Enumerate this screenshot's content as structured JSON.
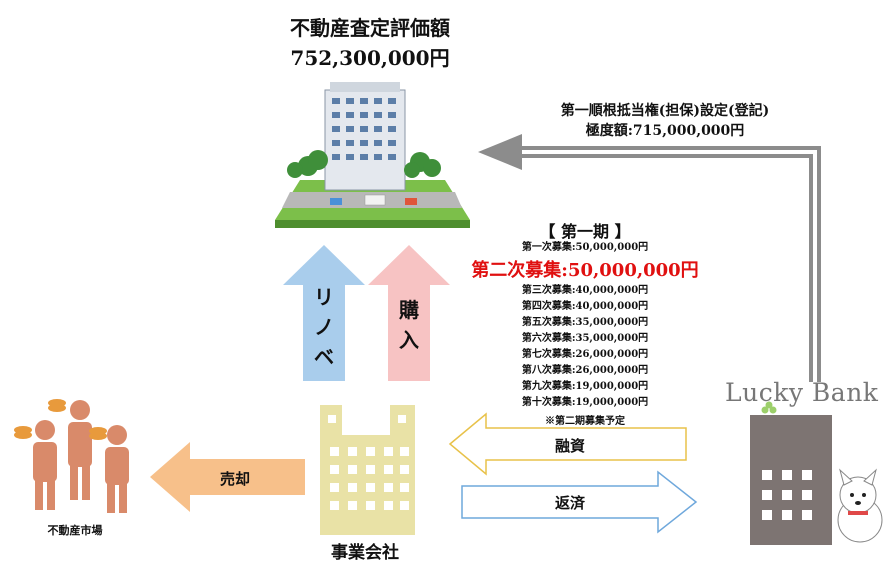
{
  "valuation": {
    "title": "不動産査定評価額",
    "amount": "752,300,000円"
  },
  "lien": {
    "line1": "第一順根抵当権(担保)設定(登記)",
    "line2": "極度額:715,000,000円"
  },
  "period": {
    "title": "【 第一期 】",
    "rounds_before": [
      "第一次募集:50,000,000円"
    ],
    "highlight": "第二次募集:50,000,000円",
    "rounds_after": [
      "第三次募集:40,000,000円",
      "第四次募集:40,000,000円",
      "第五次募集:35,000,000円",
      "第六次募集:35,000,000円",
      "第七次募集:26,000,000円",
      "第八次募集:26,000,000円",
      "第九次募集:19,000,000円",
      "第十次募集:19,000,000円"
    ],
    "note": "※第二期募集予定"
  },
  "arrows": {
    "renovation": "リノベ",
    "purchase": "購入",
    "sale": "売却",
    "loan": "融資",
    "repayment": "返済"
  },
  "labels": {
    "market": "不動産市場",
    "company": "事業会社",
    "bank_logo": "Lucky Bank"
  },
  "colors": {
    "highlight": "#e01010",
    "renovation_arrow": "#a9cdec",
    "purchase_arrow": "#f7c3c3",
    "sale_arrow": "#f7c08a",
    "loan_arrow": "#e8c24a",
    "repay_arrow": "#6fa8dc",
    "lien_arrow": "#8c8c8c",
    "company_building": "#e9e2a6",
    "bank_building": "#7d7472",
    "people": "#d98a6a"
  }
}
